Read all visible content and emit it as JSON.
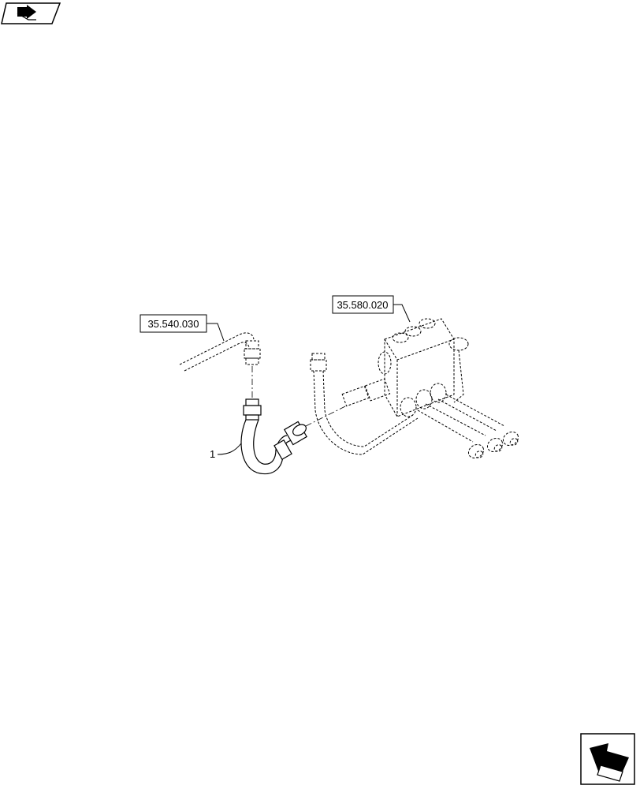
{
  "callouts": {
    "ref_left": "35.540.030",
    "ref_right": "35.580.020",
    "item_1": "1"
  },
  "icons": {
    "top_left": "previous-page-arrow-icon",
    "bottom_right": "next-page-arrow-icon"
  }
}
